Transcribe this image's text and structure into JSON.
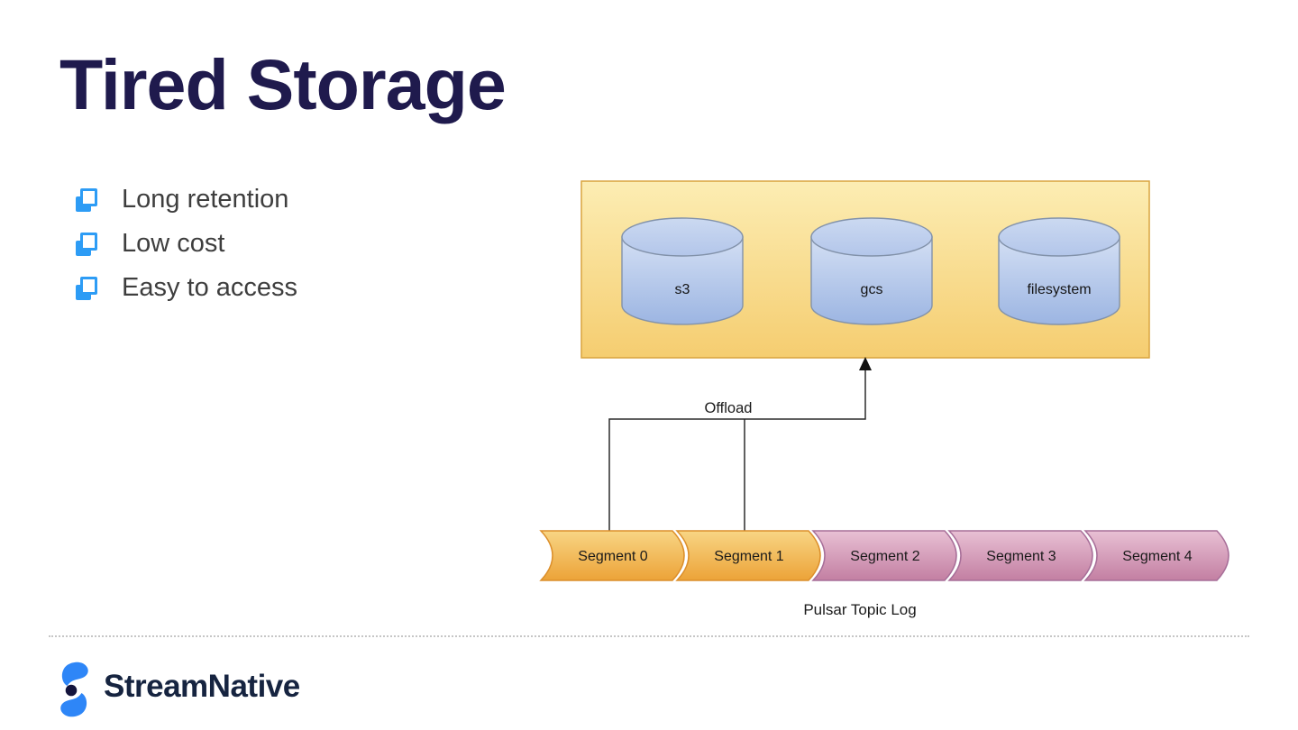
{
  "slide": {
    "title": "Tired Storage",
    "bullets": [
      {
        "label": "Long retention"
      },
      {
        "label": "Low cost"
      },
      {
        "label": "Easy to access"
      }
    ]
  },
  "diagram": {
    "storage_box": {
      "cylinders": [
        {
          "label": "s3"
        },
        {
          "label": "gcs"
        },
        {
          "label": "filesystem"
        }
      ]
    },
    "offload_label": "Offload",
    "segments": [
      {
        "label": "Segment 0",
        "state": "offloaded"
      },
      {
        "label": "Segment 1",
        "state": "offloaded"
      },
      {
        "label": "Segment 2",
        "state": "local"
      },
      {
        "label": "Segment 3",
        "state": "local"
      },
      {
        "label": "Segment 4",
        "state": "local"
      }
    ],
    "caption": "Pulsar Topic Log"
  },
  "footer": {
    "brand": "StreamNative"
  },
  "colors": {
    "title_text": "#1F1A4D",
    "body_text": "#3E3E3E",
    "bullet_icon_blue": "#2D9CF5",
    "storage_box_fill_top": "#FCEDB3",
    "storage_box_fill_bottom": "#F5CD70",
    "storage_box_border": "#D9A43E",
    "cylinder_fill_top": "#D3DFF4",
    "cylinder_fill_bottom": "#9CB5E2",
    "cylinder_border": "#8292AA",
    "segment_offloaded_fill_top": "#F8D584",
    "segment_offloaded_fill_bottom": "#ECA338",
    "segment_offloaded_border": "#DC8F2B",
    "segment_local_fill_top": "#E8C0D4",
    "segment_local_fill_bottom": "#C37FA2",
    "segment_local_border": "#A76E98",
    "connector_line": "#2B2B2B",
    "brand_blue": "#2E86F7",
    "brand_navy": "#162440"
  }
}
